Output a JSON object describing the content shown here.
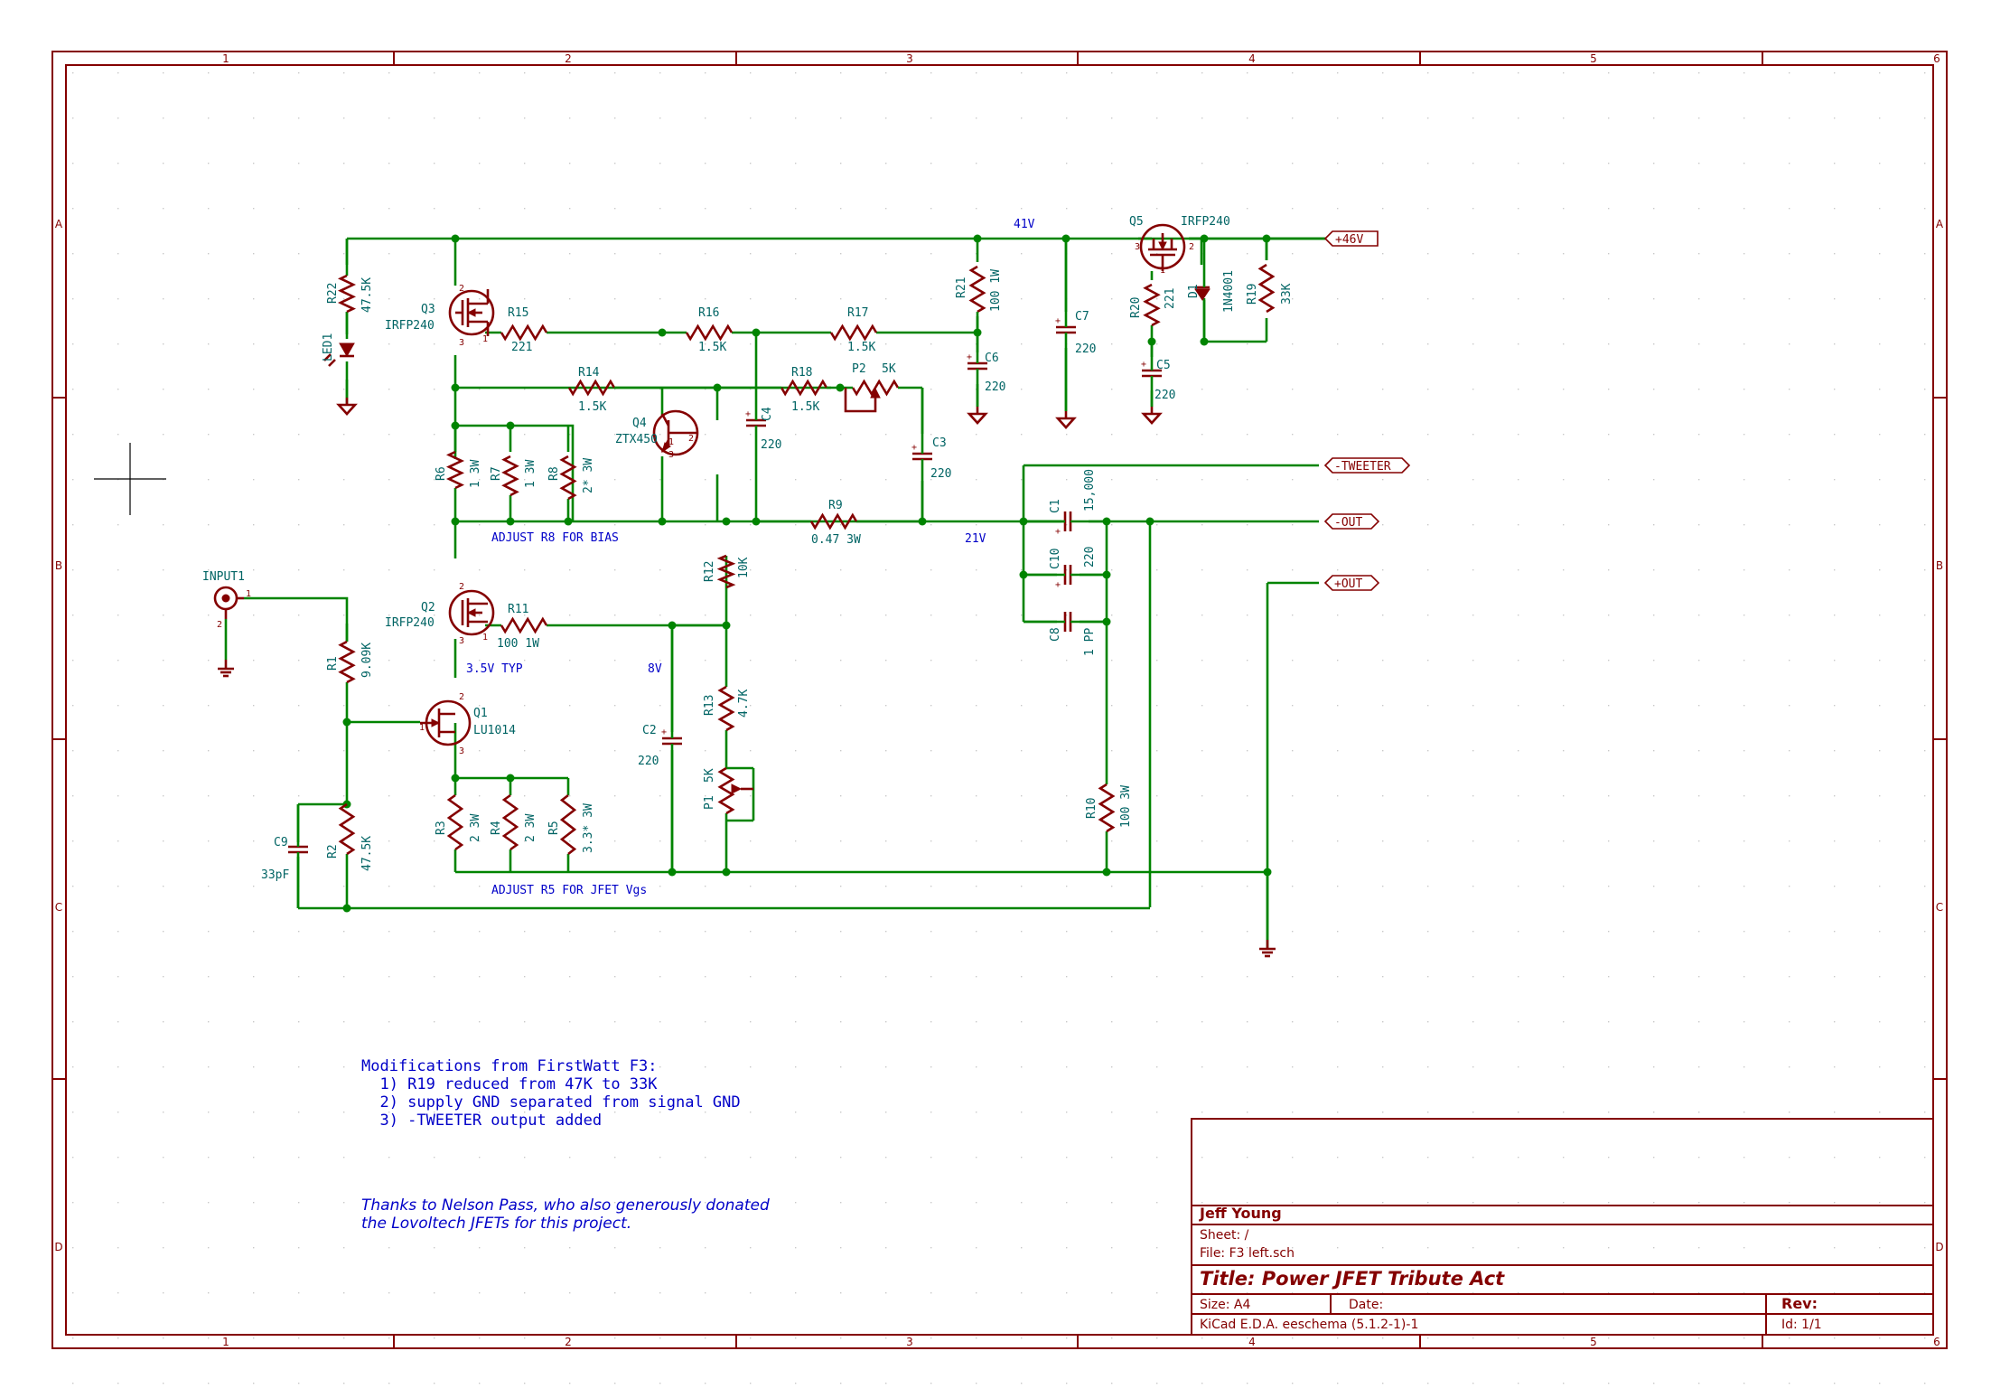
{
  "sheet": {
    "columns": [
      "1",
      "2",
      "3",
      "4",
      "5",
      "6"
    ],
    "rows": [
      "A",
      "B",
      "C",
      "D"
    ],
    "colors": {
      "frame": "#840000",
      "wire": "#008400",
      "text": "#006464",
      "annotation": "#0000c8"
    }
  },
  "components": {
    "R22": {
      "ref": "R22",
      "value": "47.5K"
    },
    "LED1": {
      "ref": "LED1"
    },
    "Q3": {
      "ref": "Q3",
      "value": "IRFP240"
    },
    "R15": {
      "ref": "R15",
      "value": "221"
    },
    "R16": {
      "ref": "R16",
      "value": "1.5K"
    },
    "R17": {
      "ref": "R17",
      "value": "1.5K"
    },
    "R21": {
      "ref": "R21",
      "value": "100 1W"
    },
    "C6": {
      "ref": "C6",
      "value": "220"
    },
    "C7": {
      "ref": "C7",
      "value": "220"
    },
    "Q5": {
      "ref": "Q5",
      "value": "IRFP240"
    },
    "R20": {
      "ref": "R20",
      "value": "221"
    },
    "D1": {
      "ref": "D1",
      "value": "1N4001"
    },
    "R19": {
      "ref": "R19",
      "value": "33K"
    },
    "C5": {
      "ref": "C5",
      "value": "220"
    },
    "R14": {
      "ref": "R14",
      "value": "1.5K"
    },
    "R18": {
      "ref": "R18",
      "value": "1.5K"
    },
    "P2": {
      "ref": "P2",
      "value": "5K"
    },
    "Q4": {
      "ref": "Q4",
      "value": "ZTX450"
    },
    "C4": {
      "ref": "C4",
      "value": "220"
    },
    "C3": {
      "ref": "C3",
      "value": "220"
    },
    "R6": {
      "ref": "R6",
      "value": "1 3W"
    },
    "R7": {
      "ref": "R7",
      "value": "1 3W"
    },
    "R8": {
      "ref": "R8",
      "value": "2* 3W"
    },
    "R9": {
      "ref": "R9",
      "value": "0.47 3W"
    },
    "C1": {
      "ref": "C1",
      "value": "15,000"
    },
    "C10": {
      "ref": "C10",
      "value": "220"
    },
    "C8": {
      "ref": "C8",
      "value": "1 PP"
    },
    "R12": {
      "ref": "R12",
      "value": "10K"
    },
    "Q2": {
      "ref": "Q2",
      "value": "IRFP240"
    },
    "R11": {
      "ref": "R11",
      "value": "100 1W"
    },
    "INPUT1": {
      "ref": "INPUT1"
    },
    "R1": {
      "ref": "R1",
      "value": "9.09K"
    },
    "Q1": {
      "ref": "Q1",
      "value": "LU1014"
    },
    "R13": {
      "ref": "R13",
      "value": "4.7K"
    },
    "C2": {
      "ref": "C2",
      "value": "220"
    },
    "P1": {
      "ref": "P1",
      "value": "5K"
    },
    "R10": {
      "ref": "R10",
      "value": "100 3W"
    },
    "C9": {
      "ref": "C9",
      "value": "33pF"
    },
    "R2": {
      "ref": "R2",
      "value": "47.5K"
    },
    "R3": {
      "ref": "R3",
      "value": "2 3W"
    },
    "R4": {
      "ref": "R4",
      "value": "2 3W"
    },
    "R5": {
      "ref": "R5",
      "value": "3.3* 3W"
    }
  },
  "ports": {
    "plus46": "+46V",
    "tweeter": "-TWEETER",
    "out_neg": "-OUT",
    "out_pos": "+OUT"
  },
  "labels": {
    "v41": "41V",
    "v21": "21V",
    "v8": "8V",
    "typ": "3.5V TYP",
    "bias": "ADJUST R8 FOR BIAS",
    "jfet": "ADJUST R5 FOR JFET Vgs"
  },
  "notes": {
    "mods": [
      "Modifications from FirstWatt F3:",
      "  1) R19 reduced from 47K to 33K",
      "  2) supply GND separated from signal GND",
      "  3) -TWEETER output added"
    ],
    "thanks": [
      "Thanks to Nelson Pass, who also generously donated",
      "the Lovoltech JFETs for this project."
    ]
  },
  "title_block": {
    "author": "Jeff Young",
    "sheet": "Sheet: /",
    "file": "File: F3 left.sch",
    "title": "Title: Power JFET Tribute Act",
    "size": "Size: A4",
    "date": "Date:",
    "rev": "Rev:",
    "tool": "KiCad E.D.A.  eeschema (5.1.2-1)-1",
    "id": "Id: 1/1"
  }
}
